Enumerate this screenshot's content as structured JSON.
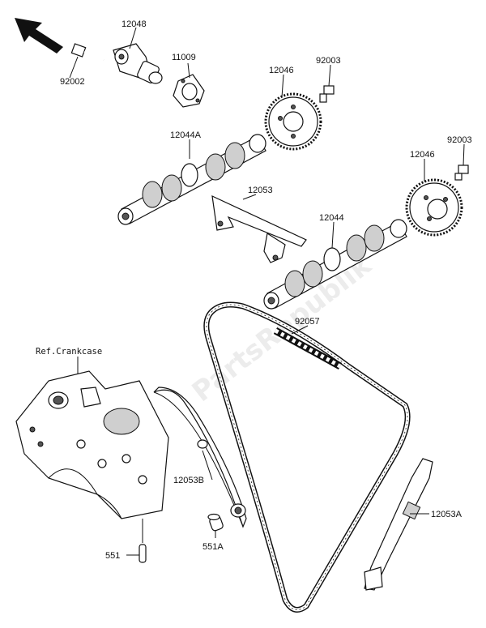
{
  "diagram": {
    "watermark": "PartsRepublik",
    "ref_label": "Ref.Crankcase",
    "parts": {
      "p12048": "12048",
      "p92002": "92002",
      "p11009": "11009",
      "p12046a": "12046",
      "p92003a": "92003",
      "p12044A": "12044A",
      "p12053": "12053",
      "p12046b": "12046",
      "p92003b": "92003",
      "p12044": "12044",
      "p92057": "92057",
      "p12053B": "12053B",
      "p12053A": "12053A",
      "p551": "551",
      "p551A": "551A"
    }
  }
}
